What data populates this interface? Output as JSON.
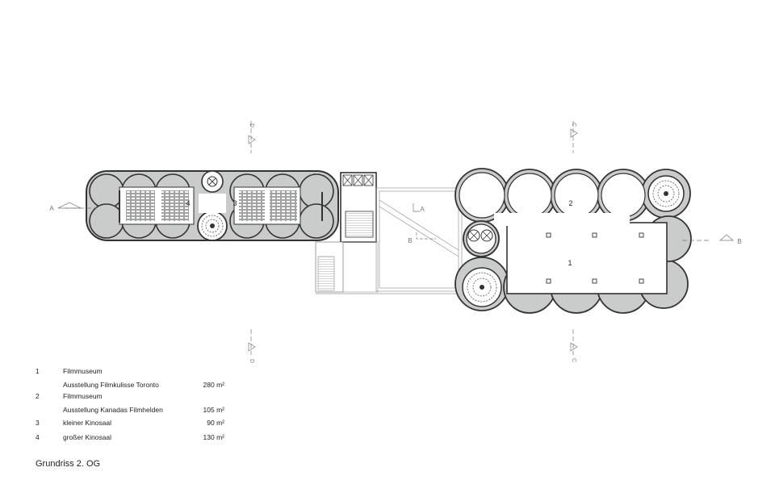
{
  "plan_labels": {
    "room_1": "1",
    "room_2": "2",
    "room_3": "3",
    "room_4": "4",
    "section_a_left": "A",
    "section_a_mid": "A",
    "section_b_right": "B",
    "section_b_mid": "B",
    "section_d_top": "D",
    "section_d_bottom": "D",
    "section_c_top": "C",
    "section_c_bottom": "C"
  },
  "legend": [
    {
      "num": "1",
      "name": "Filmmuseum",
      "sub": "Ausstellung Filmkulisse Toronto",
      "area": "280 m²"
    },
    {
      "num": "2",
      "name": "Filmmuseum",
      "sub": "Ausstellung Kanadas Filmhelden",
      "area": "105 m²"
    },
    {
      "num": "3",
      "name": "kleiner Kinosaal",
      "sub": "",
      "area": "90 m²"
    },
    {
      "num": "4",
      "name": "großer Kinosaal",
      "sub": "",
      "area": "130 m²"
    }
  ],
  "caption": "Grundriss 2. OG",
  "colors": {
    "wall": "#333333",
    "fill": "#c9cccb",
    "line": "#888888"
  }
}
